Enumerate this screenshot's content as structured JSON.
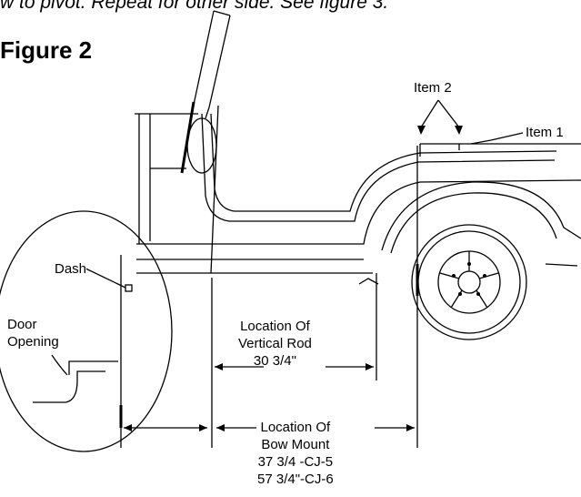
{
  "top_note": "w to pivot. Repeat for other side. See figure 3.",
  "figure_title": "Figure 2",
  "labels": {
    "item2": "Item 2",
    "item1": "Item 1",
    "dash": "Dash",
    "door_line1": "Door",
    "door_line2": "Opening",
    "rod_line1": "Location Of",
    "rod_line2": "Vertical Rod",
    "rod_dim": "30 3/4\"",
    "bow_line1": "Location Of",
    "bow_line2": "Bow Mount",
    "bow_cj5": "37 3/4 -CJ-5",
    "bow_cj6": "57 3/4\"-CJ-6"
  }
}
